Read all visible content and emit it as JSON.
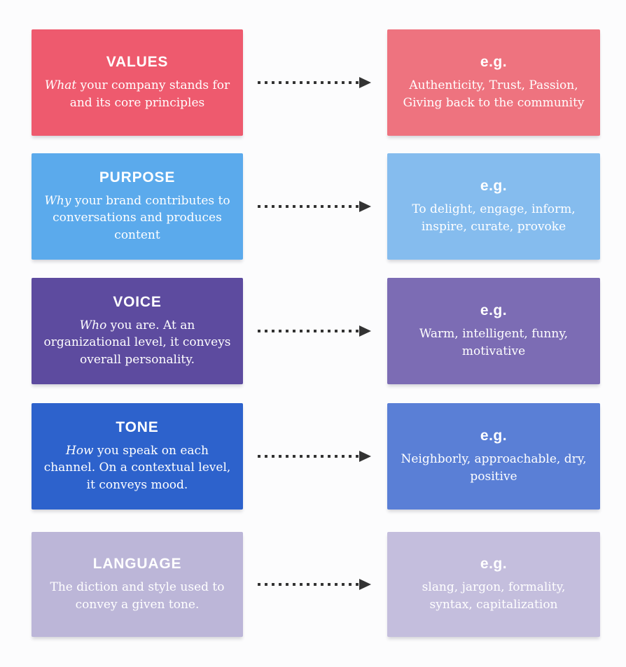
{
  "page": {
    "background_color": "#fcfcfd",
    "arrow_color": "#333333",
    "text_color": "#ffffff"
  },
  "rows": [
    {
      "id": "values",
      "title": "VALUES",
      "desc_lead": "What",
      "desc_rest": "your company stands for and its core principles",
      "example_label": "e.g.",
      "example_text": "Authenticity, Trust, Passion, Giving back to the community",
      "left_color": "#ee5a6e",
      "right_color": "#ee737f"
    },
    {
      "id": "purpose",
      "title": "PURPOSE",
      "desc_lead": "Why",
      "desc_rest": "your brand contributes to conversations and produces content",
      "example_label": "e.g.",
      "example_text": "To delight, engage, inform, inspire, curate, provoke",
      "left_color": "#5baaec",
      "right_color": "#85bcee"
    },
    {
      "id": "voice",
      "title": "VOICE",
      "desc_lead": "Who",
      "desc_rest": "you are. At an organizational level, it conveys overall personality.",
      "example_label": "e.g.",
      "example_text": "Warm, intelligent, funny, motivative",
      "left_color": "#5d4b9f",
      "right_color": "#7c6cb4"
    },
    {
      "id": "tone",
      "title": "TONE",
      "desc_lead": "How",
      "desc_rest": "you speak on each channel. On a contextual level, it conveys mood.",
      "example_label": "e.g.",
      "example_text": "Neighborly, approachable, dry, positive",
      "left_color": "#2d62cc",
      "right_color": "#5a7fd6"
    },
    {
      "id": "language",
      "title": "LANGUAGE",
      "desc_lead": "",
      "desc_rest": "The diction and style used to convey a given tone.",
      "example_label": "e.g.",
      "example_text": "slang, jargon, formality, syntax, capitalization",
      "left_color": "#bcb6d8",
      "right_color": "#c4bedd"
    }
  ]
}
